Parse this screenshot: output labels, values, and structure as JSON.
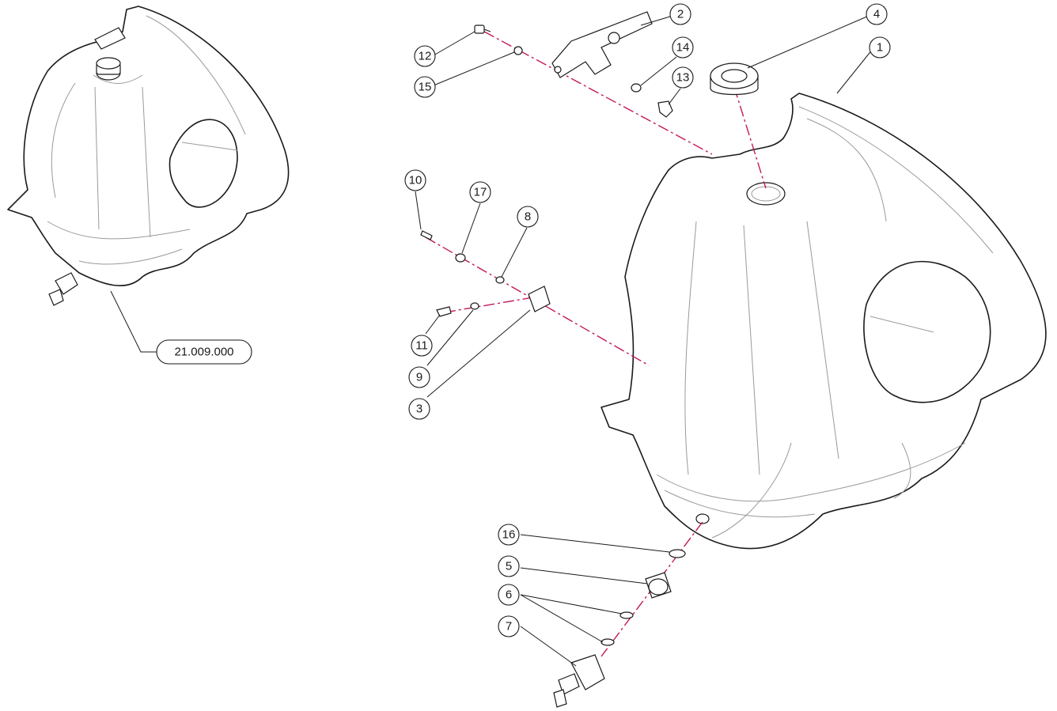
{
  "diagram": {
    "reference_number": "21.009.000",
    "callouts": [
      "1",
      "2",
      "3",
      "4",
      "5",
      "6",
      "7",
      "8",
      "9",
      "10",
      "11",
      "12",
      "13",
      "14",
      "15",
      "16",
      "17"
    ],
    "colors": {
      "outline": "#1a1a1a",
      "centerline": "#c2185b",
      "background": "#ffffff"
    }
  }
}
